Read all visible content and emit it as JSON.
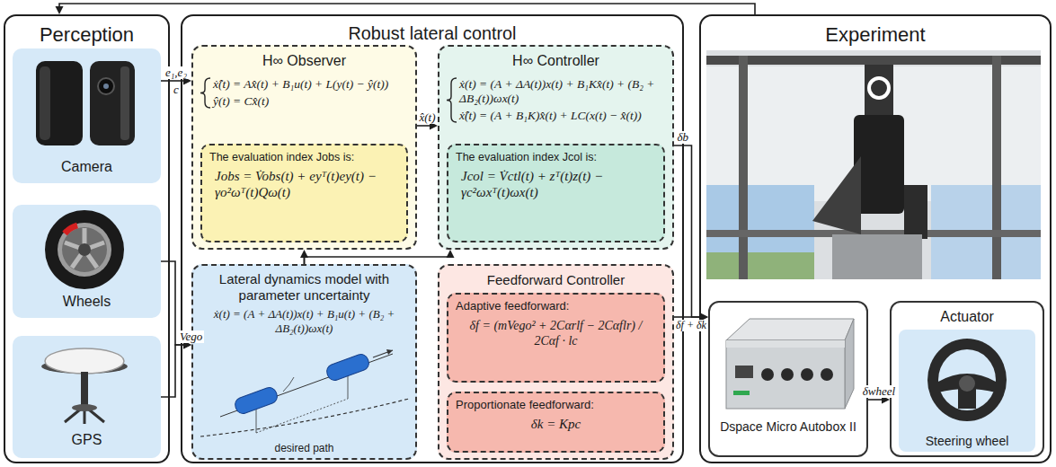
{
  "diagram": {
    "nodes": [
      {
        "text": [
          "Perception"
        ]
      },
      {
        "text": [
          "Camera"
        ],
        "in": 0
      },
      {
        "text": [
          "Wheels"
        ],
        "in": 0
      },
      {
        "text": [
          "GPS"
        ],
        "in": 0
      },
      {
        "text": [
          "Robust lateral control"
        ]
      },
      {
        "text": [
          "H∞ Observer",
          "ẋ̂(t) = Ax̂(t) + B₁u(t) + L(y(t) − ŷ(t))",
          "ŷ(t) = Cx̂(t)"
        ],
        "in": 4
      },
      {
        "text": [
          "The evaluation index Jobs is:",
          "Jobs = V̇obs(t) + eyᵀ(t)ey(t) − γo²ωᵀ(t)Qω(t)"
        ],
        "in": 5
      },
      {
        "text": [
          "H∞ Controller",
          "ẋ(t) = (A + ΔA(t))x(t) + B₁Kx̂(t) + (B₂ + ΔB₂(t))ωx(t)",
          "ẋ̂(t) = (A + B₁K)x̂(t) + LC(x(t) − x̂(t))"
        ],
        "in": 4
      },
      {
        "text": [
          "The evaluation index Jcol is:",
          "Jcol = V̇ctl(t) + zᵀ(t)z(t) − γc²ωxᵀ(t)ωx(t)"
        ],
        "in": 7
      },
      {
        "text": [
          "Lateral dynamics model with parameter uncertainty",
          "ẋ(t) = (A + ΔA(t))x(t) + B₁u(t) + (B₂ + ΔB₂(t))ωx(t)"
        ],
        "in": 4
      },
      {
        "text": [
          "Feedforward Controller"
        ],
        "in": 4
      },
      {
        "text": [
          "Adaptive feedforward:",
          "δf = (mVego² + 2Cαrlf − 2Cαflr) / 2Cαf · lc"
        ],
        "in": 10
      },
      {
        "text": [
          "Proportionate feedforward:",
          "δk = Kpc"
        ],
        "in": 10
      },
      {
        "text": [
          "Experiment"
        ]
      },
      {
        "text": [
          "Dspace Micro Autobox II"
        ],
        "in": 13
      },
      {
        "text": [
          "Actuator",
          "Steering wheel"
        ],
        "in": 13
      }
    ],
    "edges": [
      {
        "from": 1,
        "to": 5,
        "arrow": "to",
        "label": "e₁,e₂"
      },
      {
        "from": 2,
        "to": 9,
        "arrow": "to"
      },
      {
        "from": 3,
        "to": 9,
        "arrow": "to",
        "label": "Vego"
      },
      {
        "from": 5,
        "to": 7,
        "arrow": "to",
        "label": "x̂(t)"
      },
      {
        "from": 9,
        "to": 5,
        "arrow": "to"
      },
      {
        "from": 9,
        "to": 7,
        "arrow": "to"
      },
      {
        "from": 7,
        "to": 14,
        "arrow": "to",
        "label": "δb"
      },
      {
        "from": 10,
        "to": 14,
        "arrow": "to",
        "label": "δf + δk"
      },
      {
        "from": 14,
        "to": 15,
        "arrow": "to",
        "label": "δwheel"
      },
      {
        "from": 13,
        "to": 0,
        "arrow": "to"
      }
    ],
    "labels": [
      "c",
      "desired path"
    ]
  }
}
